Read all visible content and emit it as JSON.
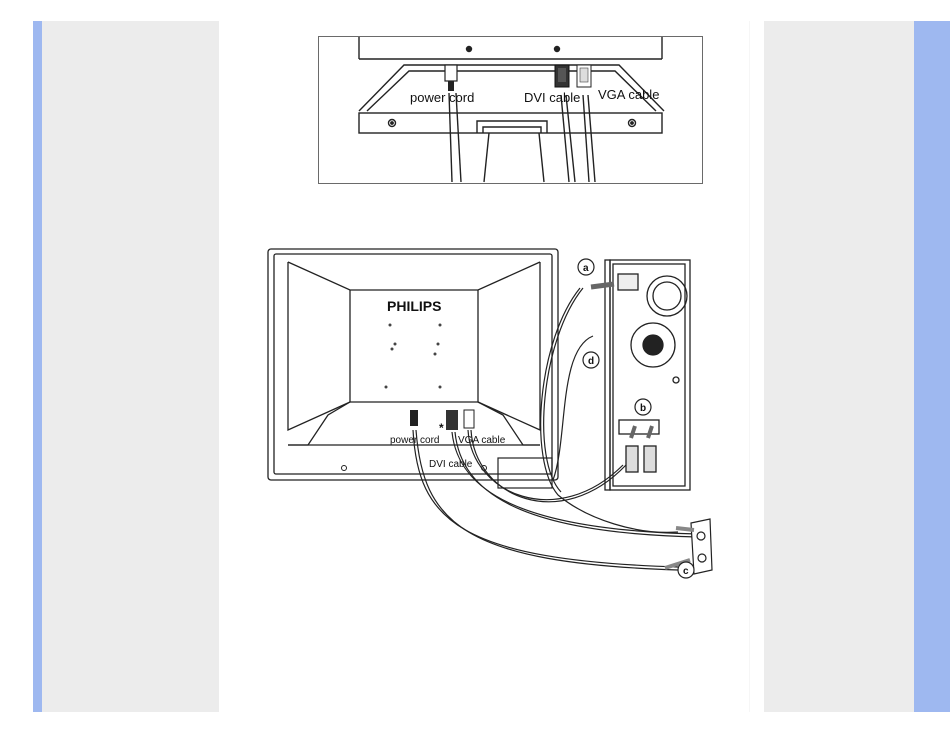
{
  "figure1": {
    "labels": {
      "power_cord": "power cord",
      "dvi_cable": "DVI cable",
      "vga_cable": "VGA cable"
    }
  },
  "figure2": {
    "brand": "PHILIPS",
    "labels": {
      "power_cord": "power cord",
      "dvi_cable": "DVI cable",
      "vga_cable": "VGA cable",
      "asterisk": "*",
      "a": "a",
      "b": "b",
      "c": "c",
      "d": "d"
    }
  },
  "colors": {
    "sidebar_blue": "#9eb8f0",
    "panel_gray": "#ececec"
  }
}
